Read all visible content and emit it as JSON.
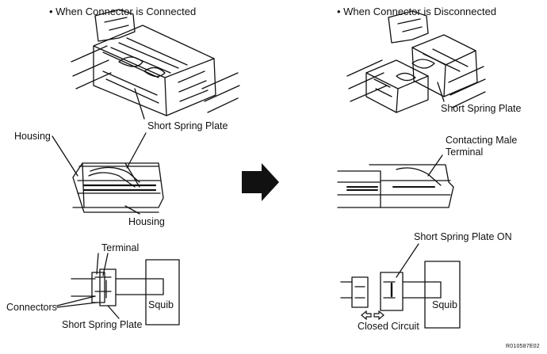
{
  "left": {
    "heading": "• When Connector is Connected",
    "labels": {
      "housing_top": "Housing",
      "short_spring_plate": "Short Spring Plate",
      "housing_bottom": "Housing",
      "terminal": "Terminal",
      "connectors": "Connectors",
      "short_spring_plate_bottom": "Short Spring Plate",
      "squib": "Squib"
    }
  },
  "right": {
    "heading": "• When Connector is Disconnected",
    "labels": {
      "short_spring_plate": "Short Spring Plate",
      "contacting_male_terminal_1": "Contacting Male",
      "contacting_male_terminal_2": "Terminal",
      "short_spring_plate_on": "Short Spring Plate ON",
      "closed_circuit": "Closed Circuit",
      "squib": "Squib"
    }
  },
  "figure_code": "R010587E02",
  "icons": [
    "right-arrow-icon",
    "left-right-arrows-icon"
  ]
}
